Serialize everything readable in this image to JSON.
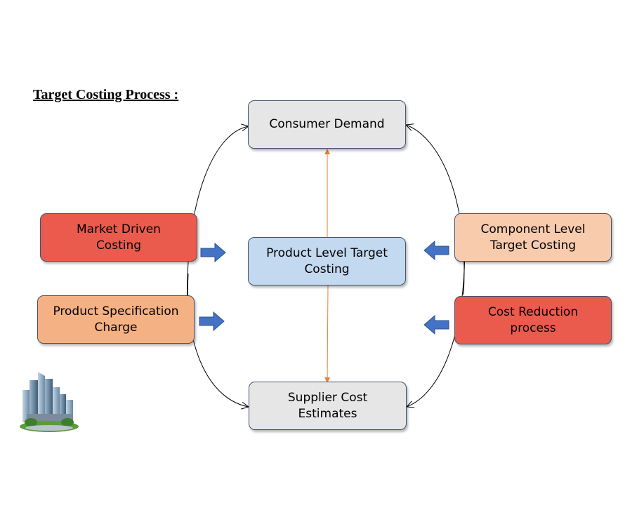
{
  "title": "Target Costing Process :",
  "nodes": {
    "consumer_demand": {
      "label": "Consumer Demand",
      "color": "#e6e6e6"
    },
    "product_level": {
      "label": "Product Level Target\nCosting",
      "color": "#c2d9ef"
    },
    "supplier_cost": {
      "label": "Supplier Cost\nEstimates",
      "color": "#e6e6e6"
    },
    "market_driven": {
      "label": "Market Driven\nCosting",
      "color": "#ea5a4d"
    },
    "product_spec": {
      "label": "Product Specification\nCharge",
      "color": "#f4b183"
    },
    "component_level": {
      "label": "Component Level\nTarget Costing",
      "color": "#f8cbad"
    },
    "cost_reduction": {
      "label": "Cost Reduction\nprocess",
      "color": "#ea5a4d"
    }
  },
  "colors": {
    "block_arrow": "#4472c4",
    "vertical_connector": "#ed7d31",
    "curve": "#000000",
    "border": "#42546e"
  },
  "icons": [
    "city-buildings-icon"
  ]
}
